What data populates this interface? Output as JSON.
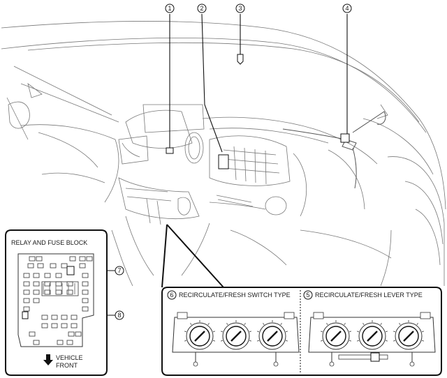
{
  "callouts": [
    {
      "id": "c1",
      "number": "1"
    },
    {
      "id": "c2",
      "number": "2"
    },
    {
      "id": "c3",
      "number": "3"
    },
    {
      "id": "c4",
      "number": "4"
    },
    {
      "id": "c5",
      "number": "5"
    },
    {
      "id": "c6",
      "number": "6"
    },
    {
      "id": "c7",
      "number": "7"
    },
    {
      "id": "c8",
      "number": "8"
    }
  ],
  "relay_box": {
    "title": "RELAY AND FUSE BLOCK",
    "front_line1": "VEHICLE",
    "front_line2": "FRONT"
  },
  "panels": {
    "switch_type": {
      "number": "6",
      "label": "RECIRCULATE/FRESH SWITCH TYPE"
    },
    "lever_type": {
      "number": "5",
      "label": "RECIRCULATE/FRESH LEVER TYPE"
    }
  }
}
